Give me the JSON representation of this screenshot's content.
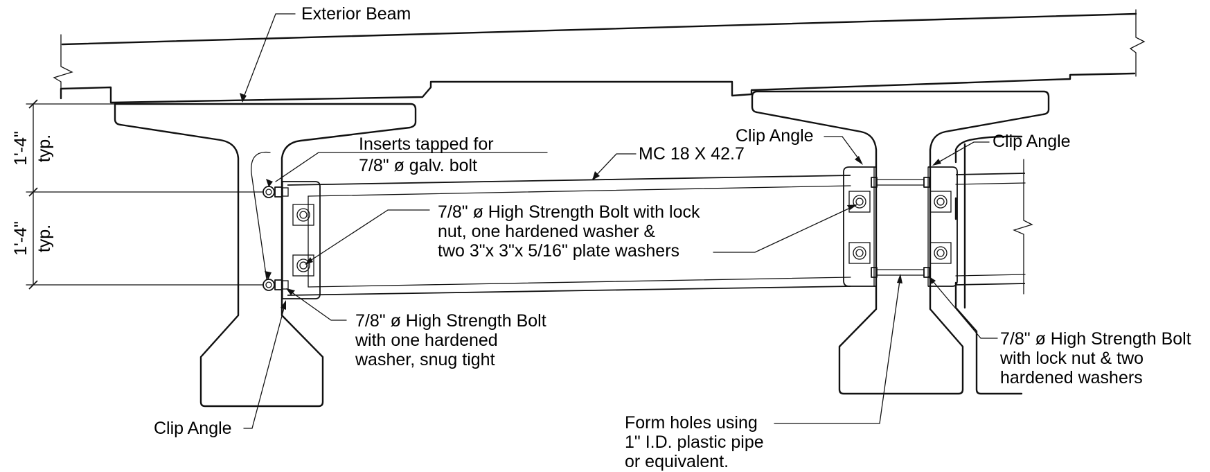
{
  "labels": {
    "exterior_beam": "Exterior Beam",
    "inserts_1": "Inserts tapped for",
    "inserts_2": "7/8\" ø galv. bolt",
    "mc": "MC 18 X 42.7",
    "clip_angle_center": "Clip Angle",
    "clip_angle_right": "Clip Angle",
    "clip_angle_left": "Clip Angle",
    "hs_lock_1": "7/8\" ø High Strength Bolt with lock",
    "hs_lock_2": "nut, one hardened washer &",
    "hs_lock_3": "two 3\"x 3\"x 5/16\" plate washers",
    "hs_snug_1": "7/8\" ø High Strength Bolt",
    "hs_snug_2": "with one hardened",
    "hs_snug_3": "washer, snug tight",
    "hs_right_1": "7/8\" ø High Strength Bolt",
    "hs_right_2": "with lock nut & two",
    "hs_right_3": "hardened washers",
    "form_1": "Form holes using",
    "form_2": "1\" I.D. plastic pipe",
    "form_3": "or equivalent."
  },
  "dimensions": {
    "upper_value": "1'-4\"",
    "upper_note": "typ.",
    "lower_value": "1'-4\"",
    "lower_note": "typ."
  }
}
